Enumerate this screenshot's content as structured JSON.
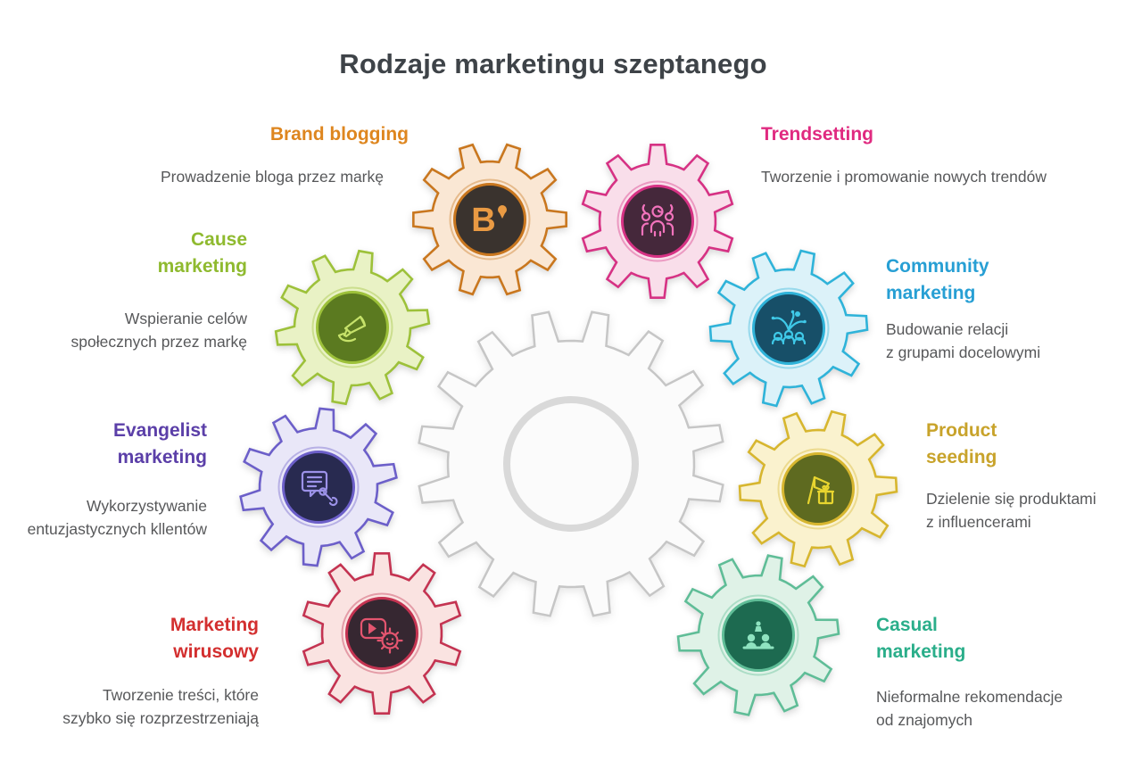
{
  "title": "Rodzaje marketingu szeptanego",
  "center_gear": {
    "stroke": "#c6c6c6",
    "fill": "#fbfbfb",
    "ring": "#d9d9d9"
  },
  "items": [
    {
      "id": "brand-blogging",
      "label": "Brand blogging",
      "description": "Prowadzenie bloga przez markę",
      "icon": "letter-b-pin-icon",
      "letter": "B",
      "colors": {
        "header": "#de861f",
        "stroke": "#c9771f",
        "fill": "#fae7d4",
        "hub": "#3a332e",
        "icon": "#e99a43"
      }
    },
    {
      "id": "trendsetting",
      "label": "Trendsetting",
      "description": "Tworzenie i promowanie nowych trendów",
      "icon": "people-group-icon",
      "colors": {
        "header": "#e02a80",
        "stroke": "#d63284",
        "fill": "#f9deea",
        "hub": "#45283b",
        "icon": "#f273bc"
      }
    },
    {
      "id": "cause-marketing",
      "label": "Cause\nmarketing",
      "description": "Wspieranie celów\nspołecznych przez markę",
      "icon": "megaphone-hand-icon",
      "colors": {
        "header": "#8fba2f",
        "stroke": "#9dc13a",
        "fill": "#e9f2c5",
        "hub": "#5b7a20",
        "icon": "#c6e26a"
      }
    },
    {
      "id": "community-marketing",
      "label": "Community\nmarketing",
      "description": "Budowanie relacji\nz grupami docelowymi",
      "icon": "community-sprout-icon",
      "colors": {
        "header": "#279fd4",
        "stroke": "#2fb3d9",
        "fill": "#dcf2f9",
        "hub": "#174f68",
        "icon": "#3fc9e8"
      }
    },
    {
      "id": "evangelist-marketing",
      "label": "Evangelist\nmarketing",
      "description": "Wykorzystywanie\nentuzjastycznych kllentów",
      "icon": "chat-wrench-icon",
      "colors": {
        "header": "#5b3fa8",
        "stroke": "#6c5fc9",
        "fill": "#e9e7f8",
        "hub": "#282a50",
        "icon": "#9c92e8"
      }
    },
    {
      "id": "product-seeding",
      "label": "Product\nseeding",
      "description": "Dzielenie się produktami\nz influencerami",
      "icon": "flag-gift-icon",
      "colors": {
        "header": "#c8a32b",
        "stroke": "#d7b62f",
        "fill": "#faf2ce",
        "hub": "#5e6a20",
        "icon": "#e8d52f"
      }
    },
    {
      "id": "marketing-wirusowy",
      "label": "Marketing\nwirusowy",
      "description": "Tworzenie treści, które\nszybko się rozprzestrzeniają",
      "icon": "viral-video-icon",
      "colors": {
        "header": "#d32f2f",
        "stroke": "#c43351",
        "fill": "#fae3e1",
        "hub": "#362731",
        "icon": "#e4556f"
      }
    },
    {
      "id": "casual-marketing",
      "label": "Casual\nmarketing",
      "description": "Nieformalne rekomendacje\nod znajomych",
      "icon": "friends-chat-icon",
      "colors": {
        "header": "#2aae8a",
        "stroke": "#5fbd97",
        "fill": "#dff2e7",
        "hub": "#1d6a50",
        "icon": "#8fe3c0"
      }
    }
  ]
}
